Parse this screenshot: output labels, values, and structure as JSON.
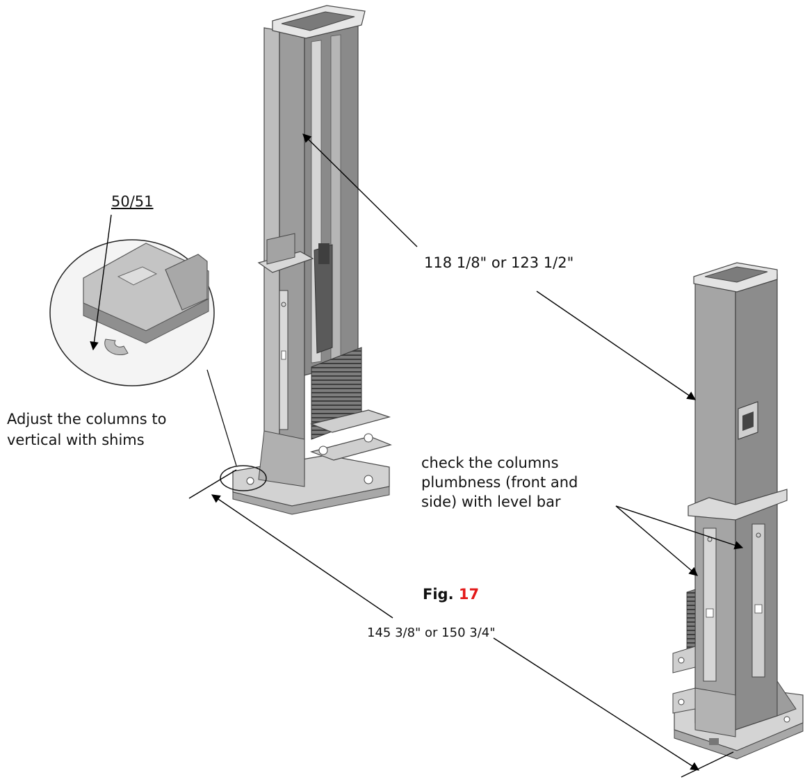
{
  "labels": {
    "part_number": "50/51",
    "adjust_note": [
      "Adjust the columns to",
      "vertical with shims"
    ],
    "height_dimension": "118 1/8\" or 123 1/2\"",
    "plumb_note": [
      "check the columns",
      "plumbness (front and",
      "side) with level bar"
    ],
    "span_dimension": "145 3/8\" or 150 3/4\"",
    "figure_prefix": "Fig.",
    "figure_number": "17"
  },
  "colors": {
    "text": "#111111",
    "figure_number": "#e31a1a",
    "metal_light": "#c9c9c9",
    "metal_mid": "#9a9a9a",
    "metal_dark": "#6f6f6f",
    "leader_line": "#000000"
  }
}
